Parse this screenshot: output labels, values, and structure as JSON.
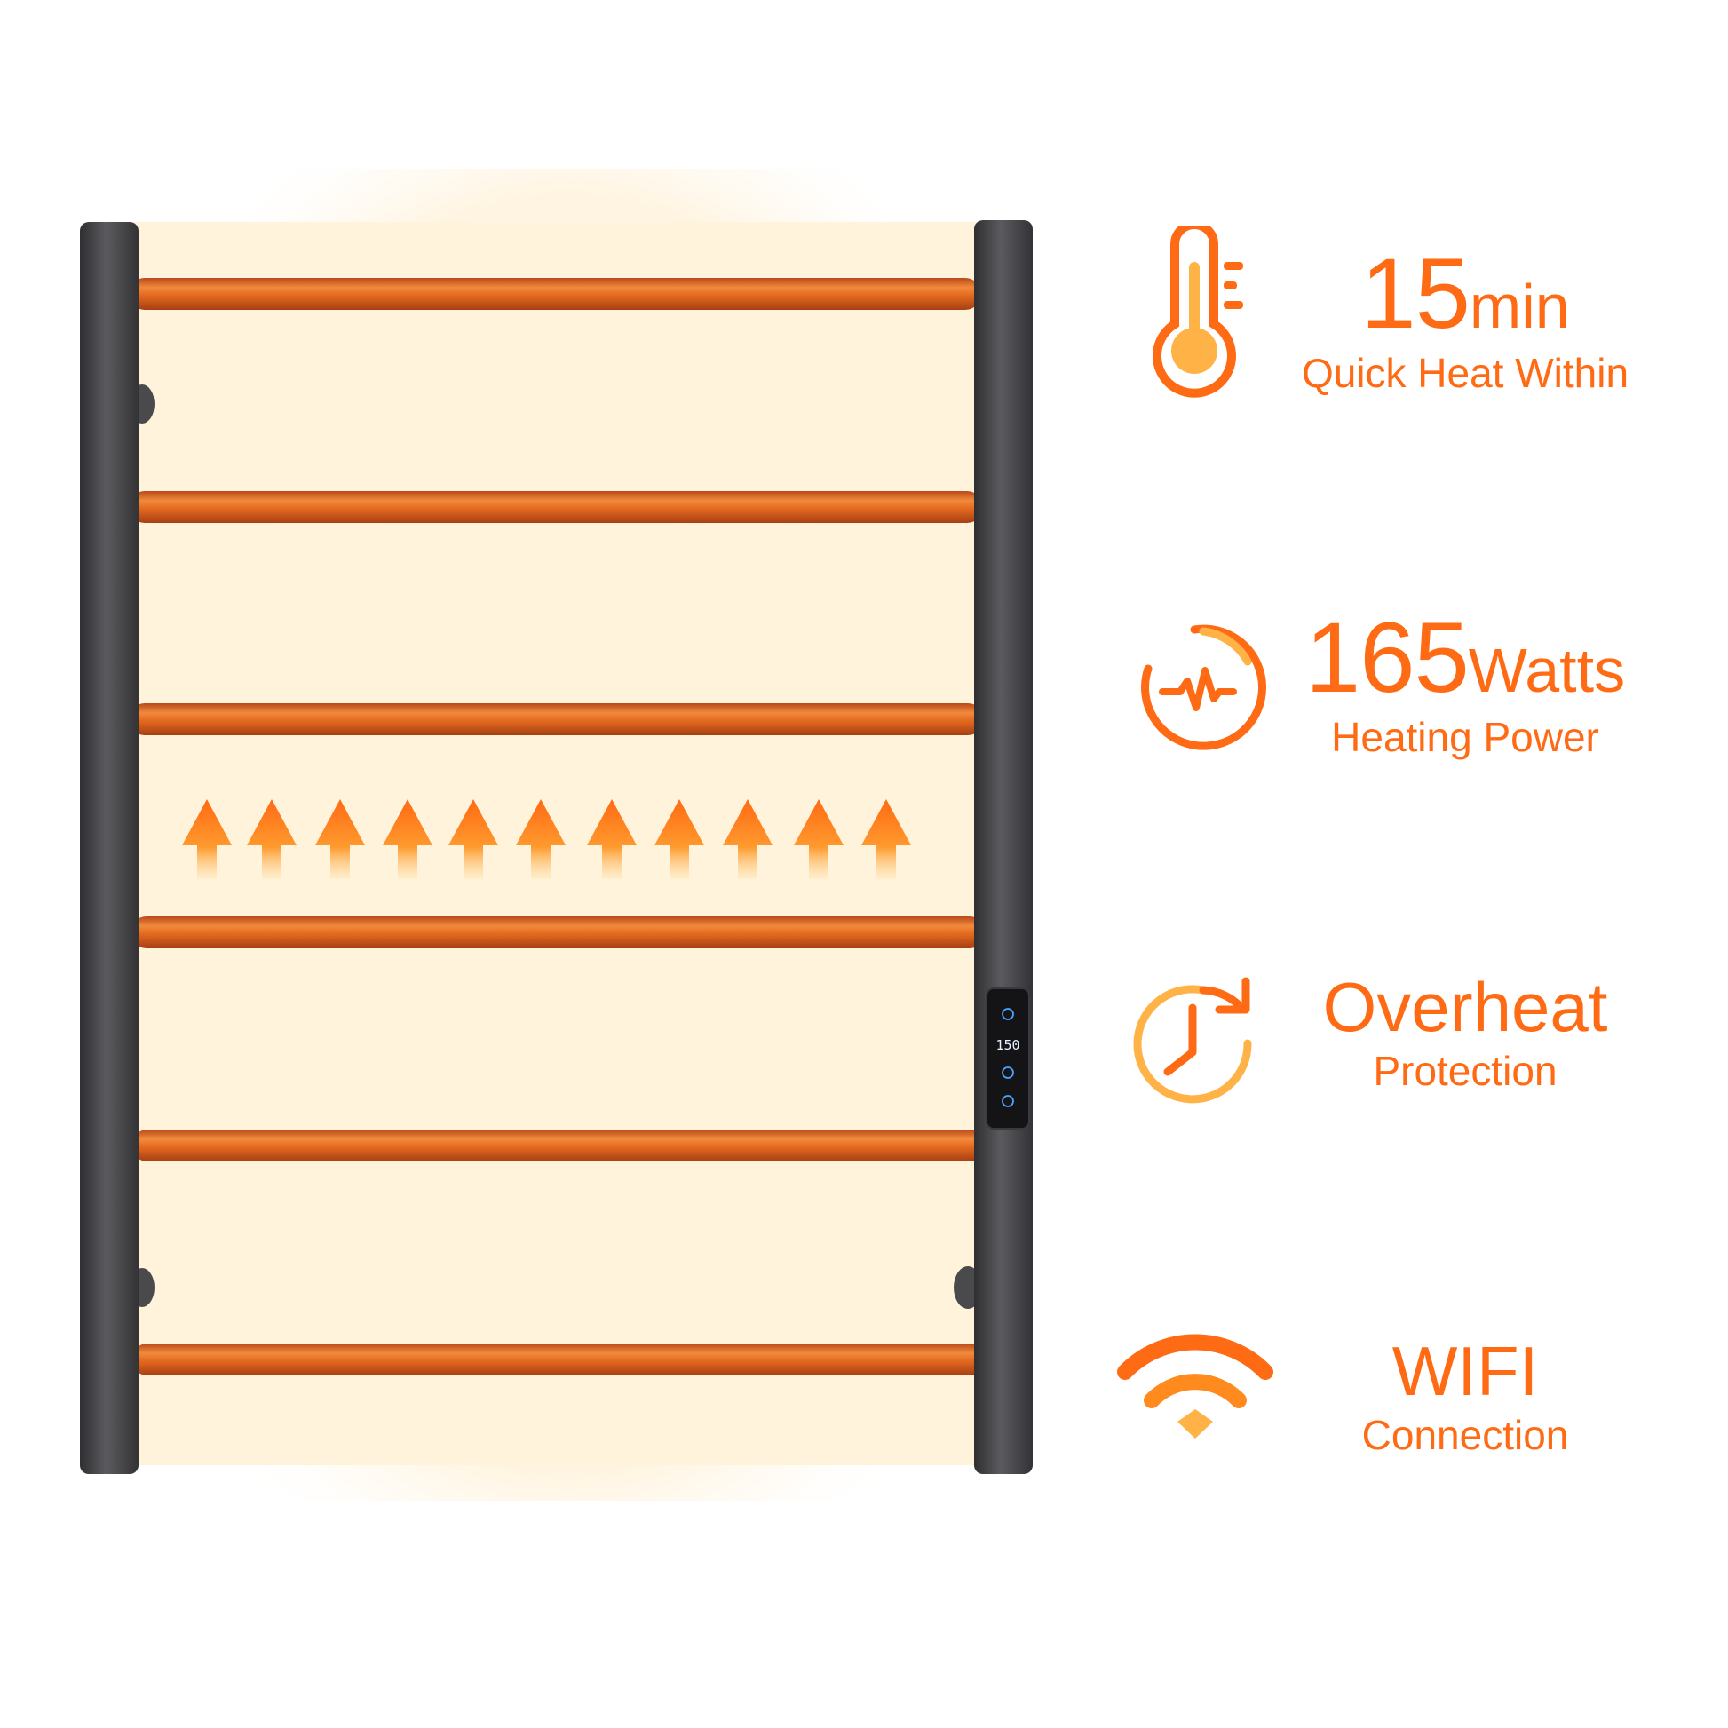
{
  "colors": {
    "accent": "#ff6a14",
    "accent_light": "#ffb347",
    "bar": "#e8691f",
    "frame": "#4a4a4d",
    "glow": "#fff3dc"
  },
  "display": {
    "value": "150",
    "icons": [
      "power-icon",
      "timer-icon",
      "temperature-icon"
    ]
  },
  "features": [
    {
      "icon": "thermometer-icon",
      "value": "15",
      "unit": "min",
      "label": "Quick Heat Within"
    },
    {
      "icon": "pulse-icon",
      "value": "165",
      "unit": "Watts",
      "label": "Heating Power"
    },
    {
      "icon": "clock-arrow-icon",
      "title": "Overheat",
      "label": "Protection"
    },
    {
      "icon": "wifi-icon",
      "title": "WIFI",
      "label": "Connection"
    }
  ]
}
